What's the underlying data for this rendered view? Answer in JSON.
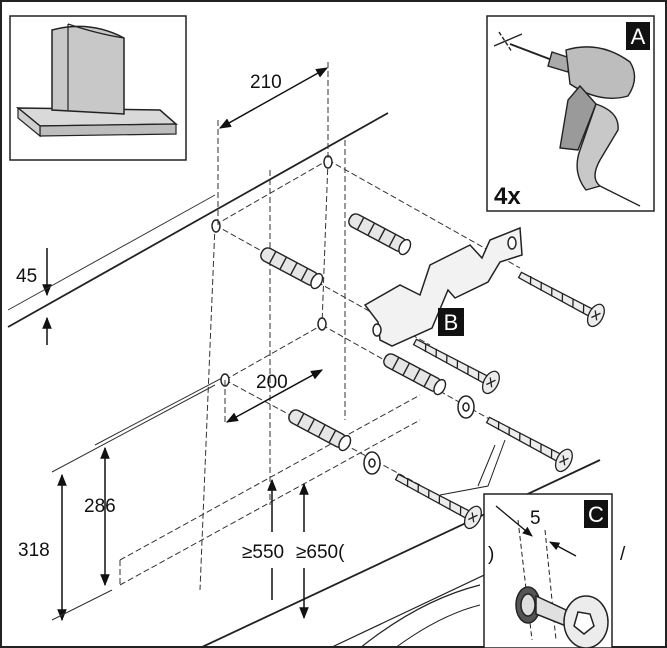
{
  "panels": {
    "a": {
      "tag": "A",
      "count": "4x"
    },
    "b": {
      "tag": "B"
    },
    "c": {
      "tag": "C",
      "dimension": "5",
      "left_mark": ")",
      "right_mark": "/"
    }
  },
  "dimensions": {
    "hole_spacing_top": "210",
    "hole_spacing_bottom": "200",
    "top_offset": "45",
    "height_lower": "286",
    "height_upper": "318",
    "min_clearance_1": "≥550",
    "min_clearance_2": "≥650("
  }
}
